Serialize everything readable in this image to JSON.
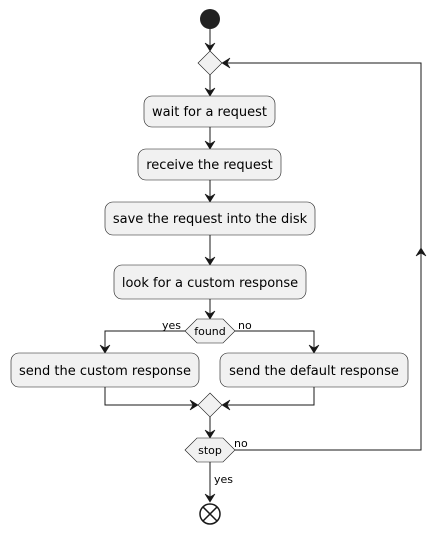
{
  "diagram": {
    "actions": {
      "wait": "wait for a request",
      "receive": "receive the request",
      "save": "save the request into the disk",
      "look": "look for a custom response",
      "send_custom": "send the custom response",
      "send_default": "send the default response"
    },
    "conditions": {
      "found": "found",
      "stop": "stop"
    },
    "branch_labels": {
      "found_yes": "yes",
      "found_no": "no",
      "stop_no": "no",
      "stop_yes": "yes"
    }
  }
}
